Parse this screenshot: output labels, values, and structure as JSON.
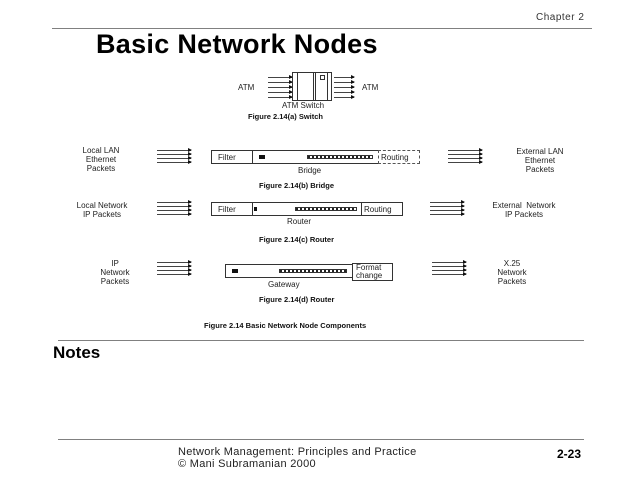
{
  "header": {
    "chapter": "Chapter 2"
  },
  "slide": {
    "title": "Basic Network Nodes"
  },
  "figures": {
    "switch": {
      "left_label": "ATM",
      "right_label": "ATM",
      "device_label": "ATM Switch",
      "caption": "Figure 2.14(a) Switch"
    },
    "bridge": {
      "left_label": [
        "Local LAN",
        "Ethernet",
        "Packets"
      ],
      "right_label": [
        "External LAN",
        "Ethernet",
        "Packets"
      ],
      "left_module": "Filter",
      "right_module": "Routing",
      "device_label": "Bridge",
      "caption": "Figure 2.14(b) Bridge"
    },
    "router": {
      "left_label": [
        "Local Network",
        "IP Packets"
      ],
      "right_label": [
        "External  Network",
        "IP Packets"
      ],
      "left_module": "Filter",
      "right_module": "Routing",
      "device_label": "Router",
      "caption": "Figure 2.14(c) Router"
    },
    "gateway": {
      "left_label": [
        "IP",
        "Network",
        "Packets"
      ],
      "right_label": [
        "X.25",
        "Network",
        "Packets"
      ],
      "right_module": [
        "Format",
        "change"
      ],
      "device_label": "Gateway",
      "caption": "Figure 2.14(d) Router"
    },
    "overall_caption": "Figure 2.14 Basic Network Node Components"
  },
  "notes": {
    "heading": "Notes"
  },
  "footer": {
    "line1": "Network Management: Principles and Practice",
    "line2": "©  Mani Subramanian 2000",
    "page": "2-23"
  }
}
